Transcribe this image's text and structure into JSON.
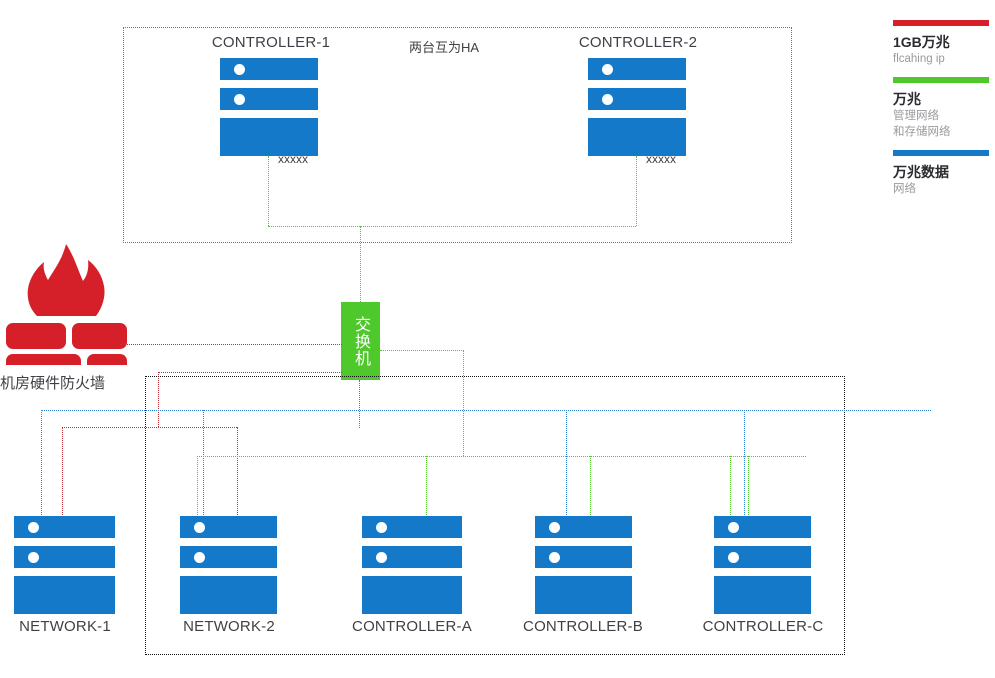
{
  "diagram": {
    "title_note": "两台互为HA",
    "top_group": {
      "controllers": [
        {
          "label": "CONTROLLER-1",
          "port_note": "xxxxx"
        },
        {
          "label": "CONTROLLER-2",
          "port_note": "xxxxx"
        }
      ]
    },
    "switch": {
      "label": "交换机"
    },
    "firewall": {
      "label": "机房硬件防火墙",
      "icon": "firewall-flame-brick-icon"
    },
    "bottom_group": {
      "nodes": [
        {
          "label": "NETWORK-1"
        },
        {
          "label": "NETWORK-2"
        },
        {
          "label": "CONTROLLER-A"
        },
        {
          "label": "CONTROLLER-B"
        },
        {
          "label": "CONTROLLER-C"
        }
      ]
    }
  },
  "legend": {
    "items": [
      {
        "color": "#d5202a",
        "title": "1GB万兆",
        "lines": [
          "flcahing ip"
        ]
      },
      {
        "color": "#4ec82b",
        "title": "万兆",
        "lines": [
          "管理网络",
          "和存储网络"
        ]
      },
      {
        "color": "#1479c9",
        "title": "万兆数据",
        "lines": [
          "网络"
        ]
      }
    ]
  },
  "colors": {
    "server_blue": "#1479c9",
    "switch_green": "#4ec82b",
    "firewall_red": "#d5202a",
    "line_red": "#c0333c",
    "line_blue": "#2b82d4",
    "line_black": "#111111",
    "text_dark": "#3f3f46"
  }
}
